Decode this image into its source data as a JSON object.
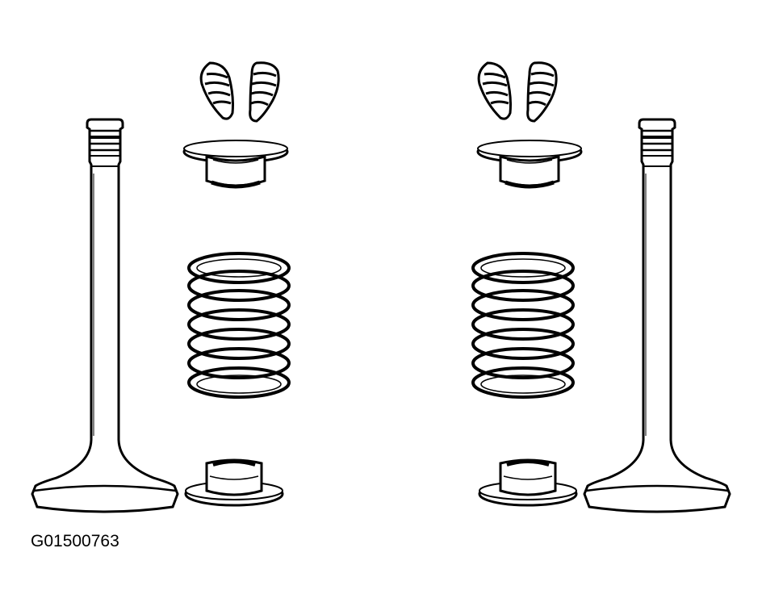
{
  "figure": {
    "caption": "G01500763",
    "stroke_color": "#000000",
    "fill_color": "#ffffff"
  },
  "assemblies": [
    {
      "name": "left-valve-assembly",
      "parts": [
        "valve-keepers",
        "valve-spring-retainer",
        "valve-spring",
        "valve-stem-seal",
        "valve"
      ]
    },
    {
      "name": "right-valve-assembly",
      "parts": [
        "valve-keepers",
        "valve-spring-retainer",
        "valve-spring",
        "valve-stem-seal",
        "valve"
      ]
    }
  ]
}
